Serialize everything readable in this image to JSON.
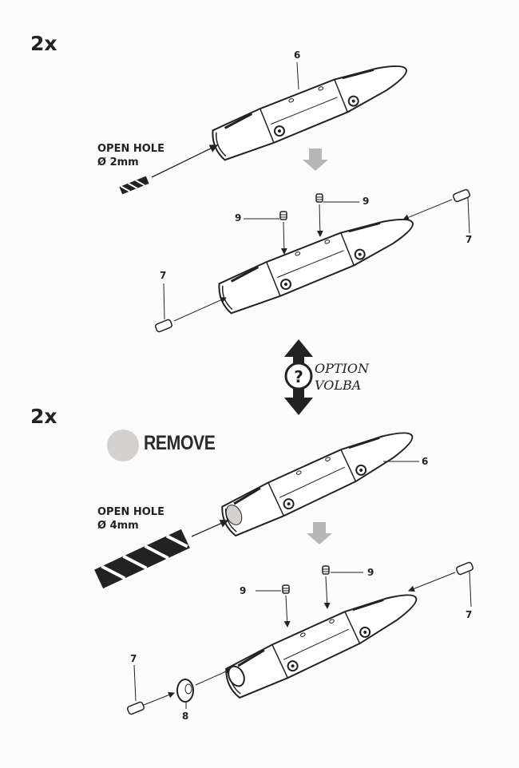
{
  "section1": {
    "quantity": "2x",
    "open_hole_label": "OPEN HOLE",
    "diameter_label": "Ø 2mm",
    "part_numbers": {
      "body": "6",
      "pin_left": "9",
      "pin_right": "9",
      "cap_left": "7",
      "cap_right": "7"
    }
  },
  "option": {
    "line1": "OPTION",
    "line2": "VOLBA",
    "icon": "question-icon"
  },
  "section2": {
    "quantity": "2x",
    "remove_label": "REMOVE",
    "remove_color": "#d3d0cd",
    "open_hole_label": "OPEN HOLE",
    "diameter_label": "Ø 4mm",
    "part_numbers": {
      "body": "6",
      "pin_left": "9",
      "pin_right": "9",
      "cap_left": "7",
      "cap_right": "7",
      "ring": "8"
    }
  },
  "colors": {
    "ink": "#222222",
    "arrow_grey": "#b8b6b4"
  }
}
